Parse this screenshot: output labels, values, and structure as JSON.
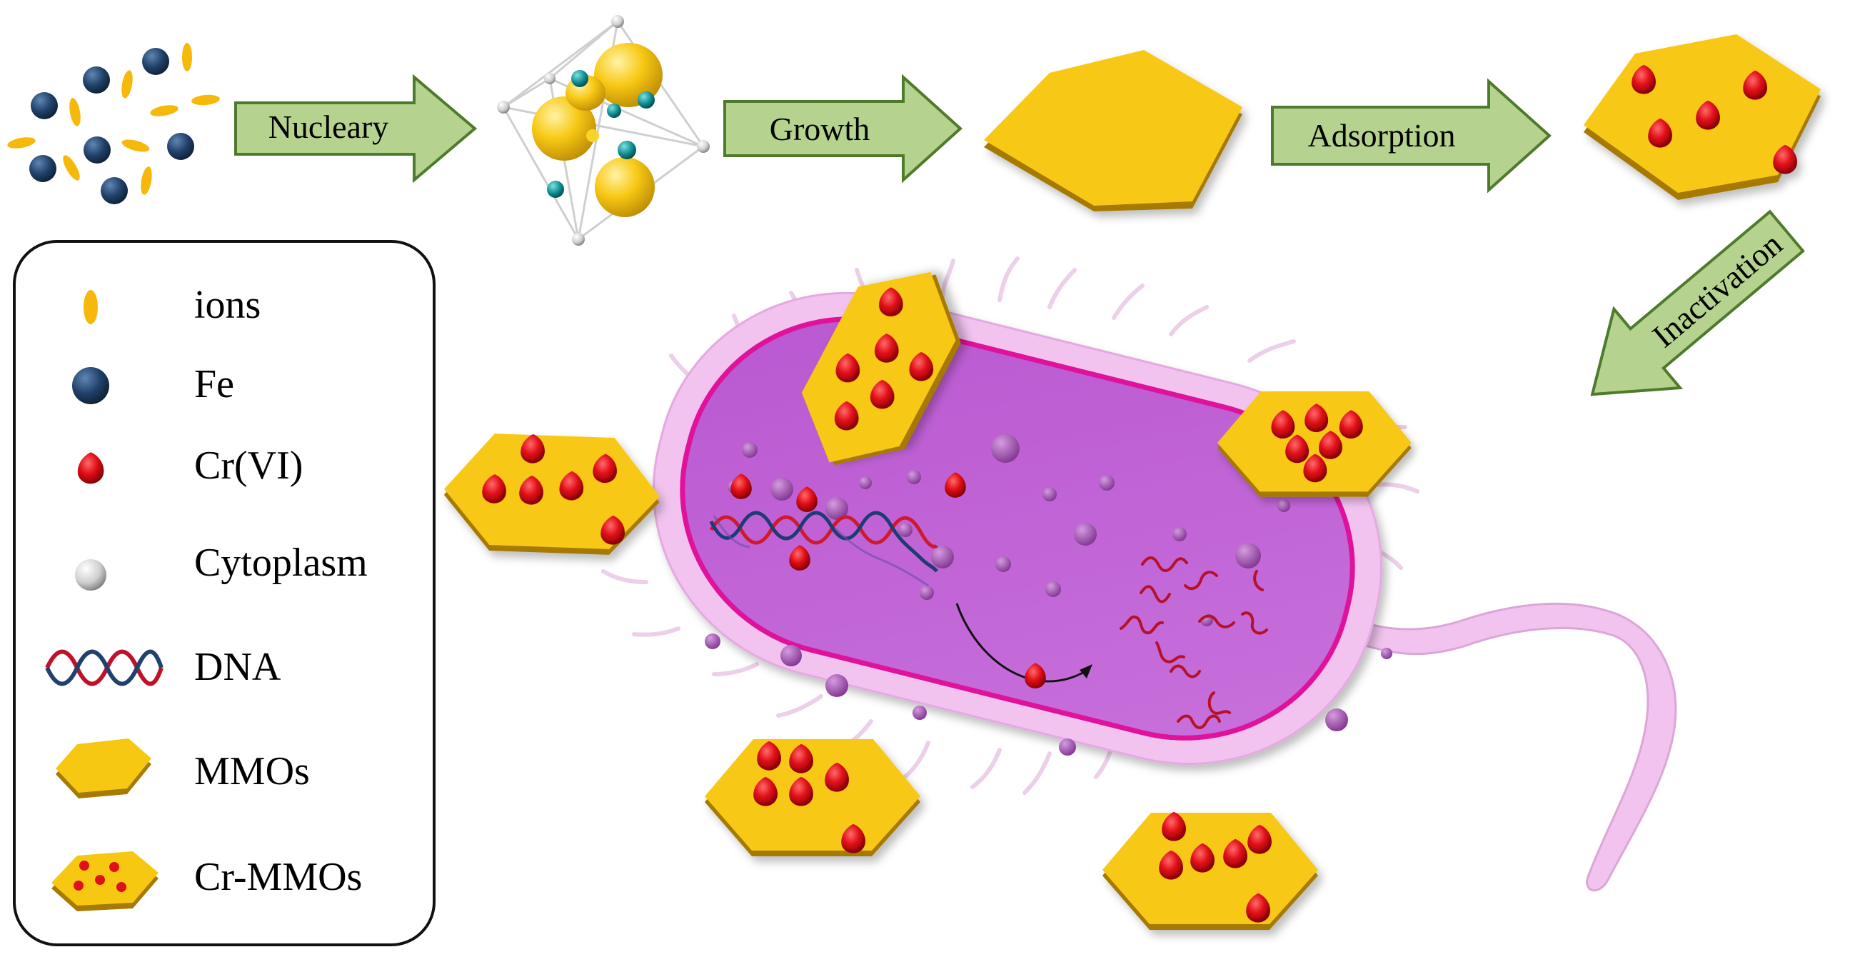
{
  "process": {
    "step1": "Nucleary",
    "step2": "Growth",
    "step3": "Adsorption",
    "step4": "Inactivation"
  },
  "legend": {
    "items": [
      {
        "label": "ions",
        "icon": "ion-icon"
      },
      {
        "label": "Fe",
        "icon": "fe-atom-icon"
      },
      {
        "label": "Cr(VI)",
        "icon": "cr-vi-icon"
      },
      {
        "label": "Cytoplasm",
        "icon": "cytoplasm-icon"
      },
      {
        "label": "DNA",
        "icon": "dna-icon"
      },
      {
        "label": "MMOs",
        "icon": "mmos-icon"
      },
      {
        "label": "Cr-MMOs",
        "icon": "cr-mmos-icon"
      }
    ]
  },
  "colors": {
    "arrow_fill": "#b5d38f",
    "arrow_stroke": "#4f7a2c",
    "mmo_gold": "#f6c50e",
    "mmo_edge": "#c99a06",
    "cr_red": "#e0101a",
    "fe_blue": "#1f3f63",
    "membrane_outer": "#f0c2ec",
    "cytoplasm_purple": "#c666d9",
    "membrane_line": "#e0119a"
  }
}
